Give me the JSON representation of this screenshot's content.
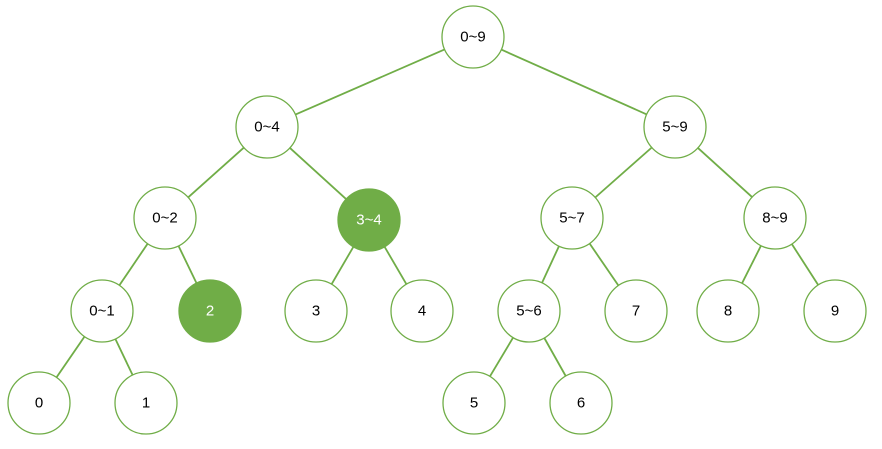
{
  "diagram": {
    "colors": {
      "accent": "#70ad47",
      "node_fill": "#ffffff",
      "highlight_fill": "#70ad47",
      "text": "#000000",
      "highlight_text": "#ffffff"
    },
    "nodes": [
      {
        "id": "n0-9",
        "label": "0~9",
        "highlighted": false
      },
      {
        "id": "n0-4",
        "label": "0~4",
        "highlighted": false
      },
      {
        "id": "n5-9",
        "label": "5~9",
        "highlighted": false
      },
      {
        "id": "n0-2",
        "label": "0~2",
        "highlighted": false
      },
      {
        "id": "n3-4",
        "label": "3~4",
        "highlighted": true
      },
      {
        "id": "n5-7",
        "label": "5~7",
        "highlighted": false
      },
      {
        "id": "n8-9",
        "label": "8~9",
        "highlighted": false
      },
      {
        "id": "n0-1",
        "label": "0~1",
        "highlighted": false
      },
      {
        "id": "n2",
        "label": "2",
        "highlighted": true
      },
      {
        "id": "n3",
        "label": "3",
        "highlighted": false
      },
      {
        "id": "n4",
        "label": "4",
        "highlighted": false
      },
      {
        "id": "n5-6",
        "label": "5~6",
        "highlighted": false
      },
      {
        "id": "n7",
        "label": "7",
        "highlighted": false
      },
      {
        "id": "n8",
        "label": "8",
        "highlighted": false
      },
      {
        "id": "n9",
        "label": "9",
        "highlighted": false
      },
      {
        "id": "n0",
        "label": "0",
        "highlighted": false
      },
      {
        "id": "n1",
        "label": "1",
        "highlighted": false
      },
      {
        "id": "n5",
        "label": "5",
        "highlighted": false
      },
      {
        "id": "n6",
        "label": "6",
        "highlighted": false
      }
    ],
    "edges": [
      [
        "n0-9",
        "n0-4"
      ],
      [
        "n0-9",
        "n5-9"
      ],
      [
        "n0-4",
        "n0-2"
      ],
      [
        "n0-4",
        "n3-4"
      ],
      [
        "n5-9",
        "n5-7"
      ],
      [
        "n5-9",
        "n8-9"
      ],
      [
        "n0-2",
        "n0-1"
      ],
      [
        "n0-2",
        "n2"
      ],
      [
        "n3-4",
        "n3"
      ],
      [
        "n3-4",
        "n4"
      ],
      [
        "n5-7",
        "n5-6"
      ],
      [
        "n5-7",
        "n7"
      ],
      [
        "n8-9",
        "n8"
      ],
      [
        "n8-9",
        "n9"
      ],
      [
        "n0-1",
        "n0"
      ],
      [
        "n0-1",
        "n1"
      ],
      [
        "n5-6",
        "n5"
      ],
      [
        "n5-6",
        "n6"
      ]
    ]
  }
}
